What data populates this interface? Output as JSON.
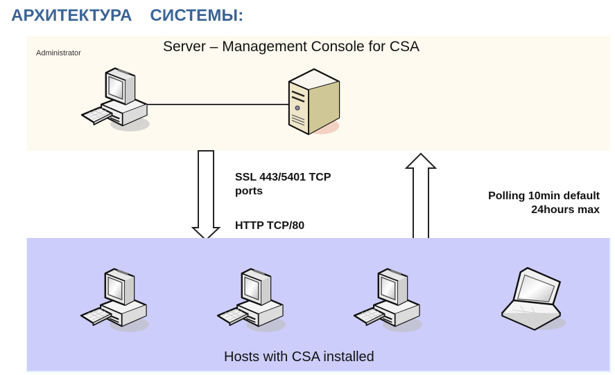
{
  "heading": "АРХИТЕКТУРА  СИСТЕМЫ:",
  "colors": {
    "heading": "#3a6496",
    "server_panel_bg": "#fffaf0",
    "hosts_panel_bg": "#cdcdfc"
  },
  "server_panel": {
    "title": "Server – Management Console for CSA",
    "admin_label": "Administrator",
    "nodes": [
      {
        "type": "desktop-computer",
        "role": "Administrator"
      },
      {
        "type": "server-tower",
        "role": "Management Console"
      }
    ],
    "connection": "admin-to-server"
  },
  "links": {
    "down_arrow": {
      "direction": "server-to-hosts",
      "labels": [
        "SSL 443/5401  TCP",
        "ports",
        "HTTP TCP/80"
      ]
    },
    "up_arrow": {
      "direction": "hosts-to-server",
      "labels": [
        "Polling 10min default",
        "24hours  max"
      ]
    }
  },
  "hosts_panel": {
    "label": "Hosts with CSA installed",
    "nodes": [
      {
        "type": "desktop-computer"
      },
      {
        "type": "desktop-computer"
      },
      {
        "type": "desktop-computer"
      },
      {
        "type": "laptop"
      }
    ]
  }
}
